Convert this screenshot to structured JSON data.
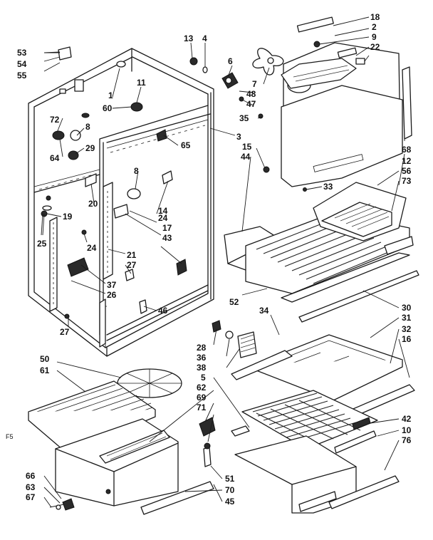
{
  "diagram": {
    "page_code": "F5",
    "callouts": [
      "18",
      "2",
      "9",
      "22",
      "13",
      "4",
      "6",
      "7",
      "48",
      "47",
      "35",
      "53",
      "54",
      "55",
      "1",
      "60",
      "11",
      "72",
      "8",
      "64",
      "29",
      "65",
      "3",
      "15",
      "44",
      "68",
      "12",
      "56",
      "73",
      "8",
      "20",
      "24",
      "17",
      "43",
      "14",
      "19",
      "25",
      "24",
      "21",
      "27",
      "37",
      "26",
      "27",
      "46",
      "33",
      "52",
      "30",
      "31",
      "32",
      "16",
      "34",
      "28",
      "36",
      "38",
      "5",
      "62",
      "69",
      "71",
      "50",
      "61",
      "42",
      "10",
      "76",
      "66",
      "63",
      "67",
      "51",
      "70",
      "45"
    ]
  }
}
